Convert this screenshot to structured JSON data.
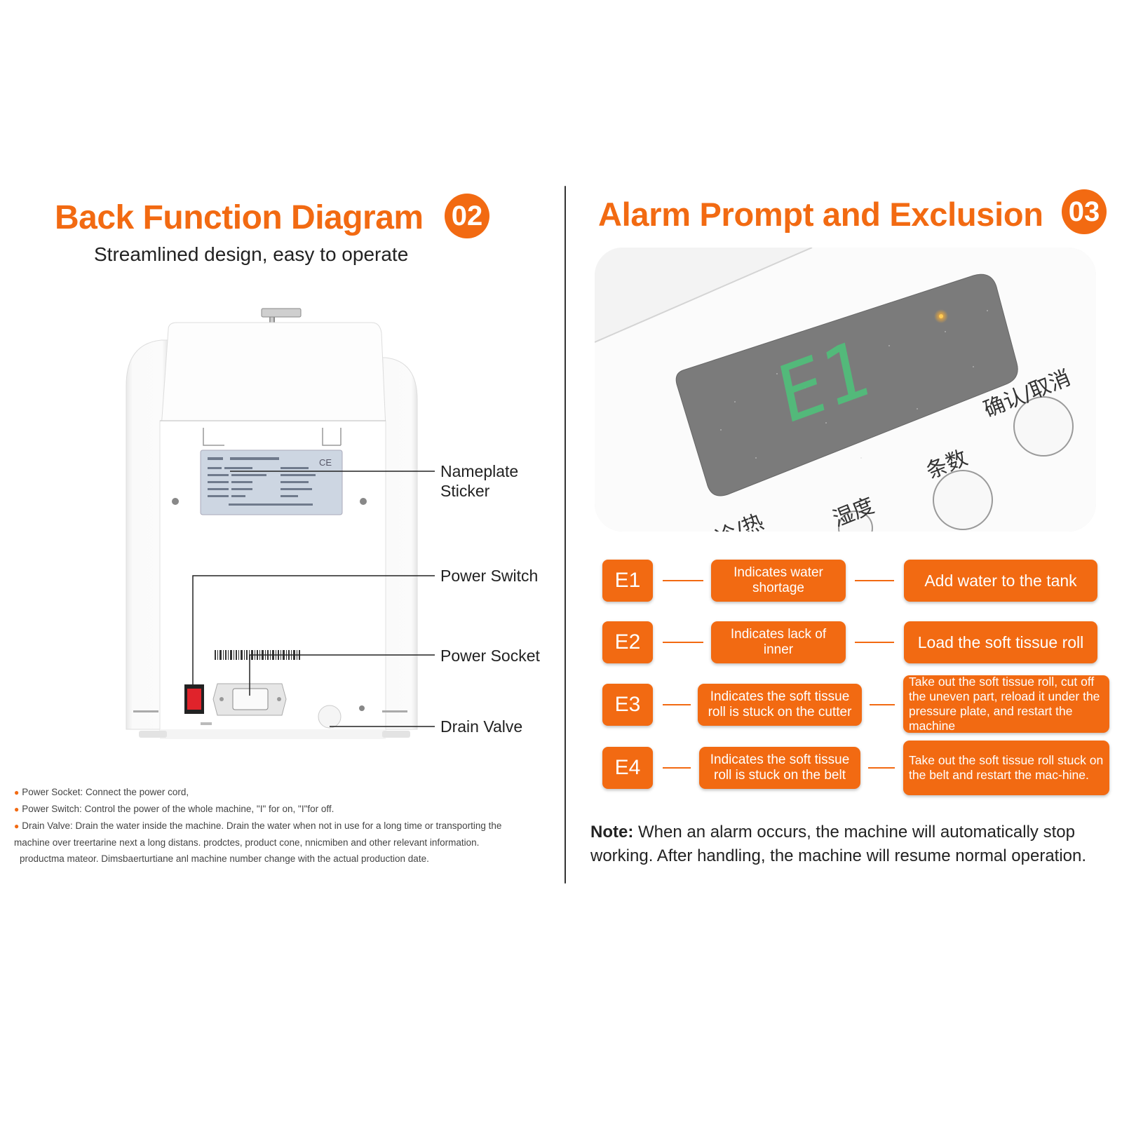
{
  "left_panel": {
    "title": "Back Function Diagram",
    "badge": "02",
    "subtitle": "Streamlined design, easy to operate",
    "callouts": {
      "nameplate_line1": "Nameplate",
      "nameplate_line2": "Sticker",
      "power_switch": "Power Switch",
      "power_socket": "Power Socket",
      "drain_valve": "Drain Valve"
    },
    "nameplate_mark": "CE",
    "notes": [
      "Power Socket: Connect the power cord,",
      "Power Switch: Control the power of the whole machine, \"I\" for on, \"I\"for off.",
      "Drain Valve: Drain the water inside the machine. Drain the water when not in use for a long time or transporting the",
      "machine over treertarine next a long distans. prodctes, product cone, nnicmiben and other relevant information.",
      "productma mateor. Dimsbaerturtiane anl machine number change with the actual production date."
    ]
  },
  "right_panel": {
    "title": "Alarm Prompt and Exclusion",
    "badge": "03",
    "display": {
      "code": "E1",
      "button_confirm_cancel": "确认/取消",
      "button_count": "条数",
      "button_humidity": "湿度",
      "button_cold_hot": "冷/热"
    },
    "alarms": [
      {
        "code": "E1",
        "description": "Indicates water shortage",
        "action": "Add water to the tank"
      },
      {
        "code": "E2",
        "description": "Indicates lack of inner",
        "action": "Load the soft tissue roll"
      },
      {
        "code": "E3",
        "description": "Indicates the soft tissue roll is stuck on the cutter",
        "action": "Take out the soft tissue roll, cut off the uneven part, reload it under the pressure plate, and restart the machine"
      },
      {
        "code": "E4",
        "description": "Indicates the soft tissue roll is stuck on the belt",
        "action": "Take out the soft tissue roll stuck on the belt and restart the mac-hine."
      }
    ],
    "note_label": "Note:",
    "note_text": "When an alarm occurs, the machine will automatically stop working. After handling, the machine will resume normal operation."
  },
  "colors": {
    "accent": "#f26a12",
    "text": "#222222"
  }
}
